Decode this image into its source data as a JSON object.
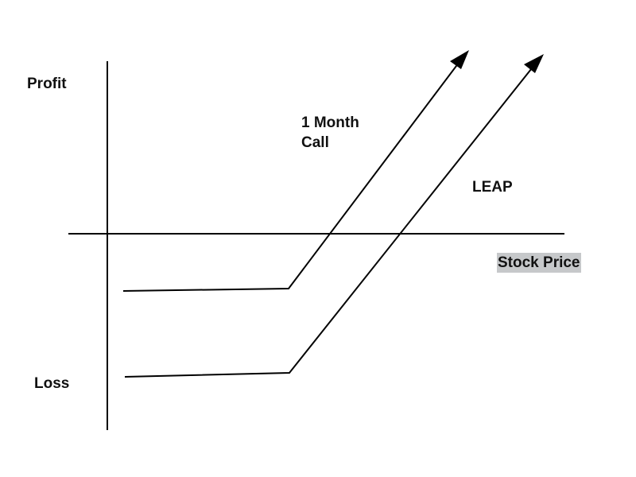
{
  "labels": {
    "profit": "Profit",
    "loss": "Loss",
    "one_month_call_line1": "1 Month",
    "one_month_call_line2": "Call",
    "leap": "LEAP",
    "stock_price": "Stock Price"
  },
  "colors": {
    "line": "#000000",
    "text": "#111111",
    "stock_price_highlight": "#c6c8ca",
    "background": "#ffffff"
  }
}
